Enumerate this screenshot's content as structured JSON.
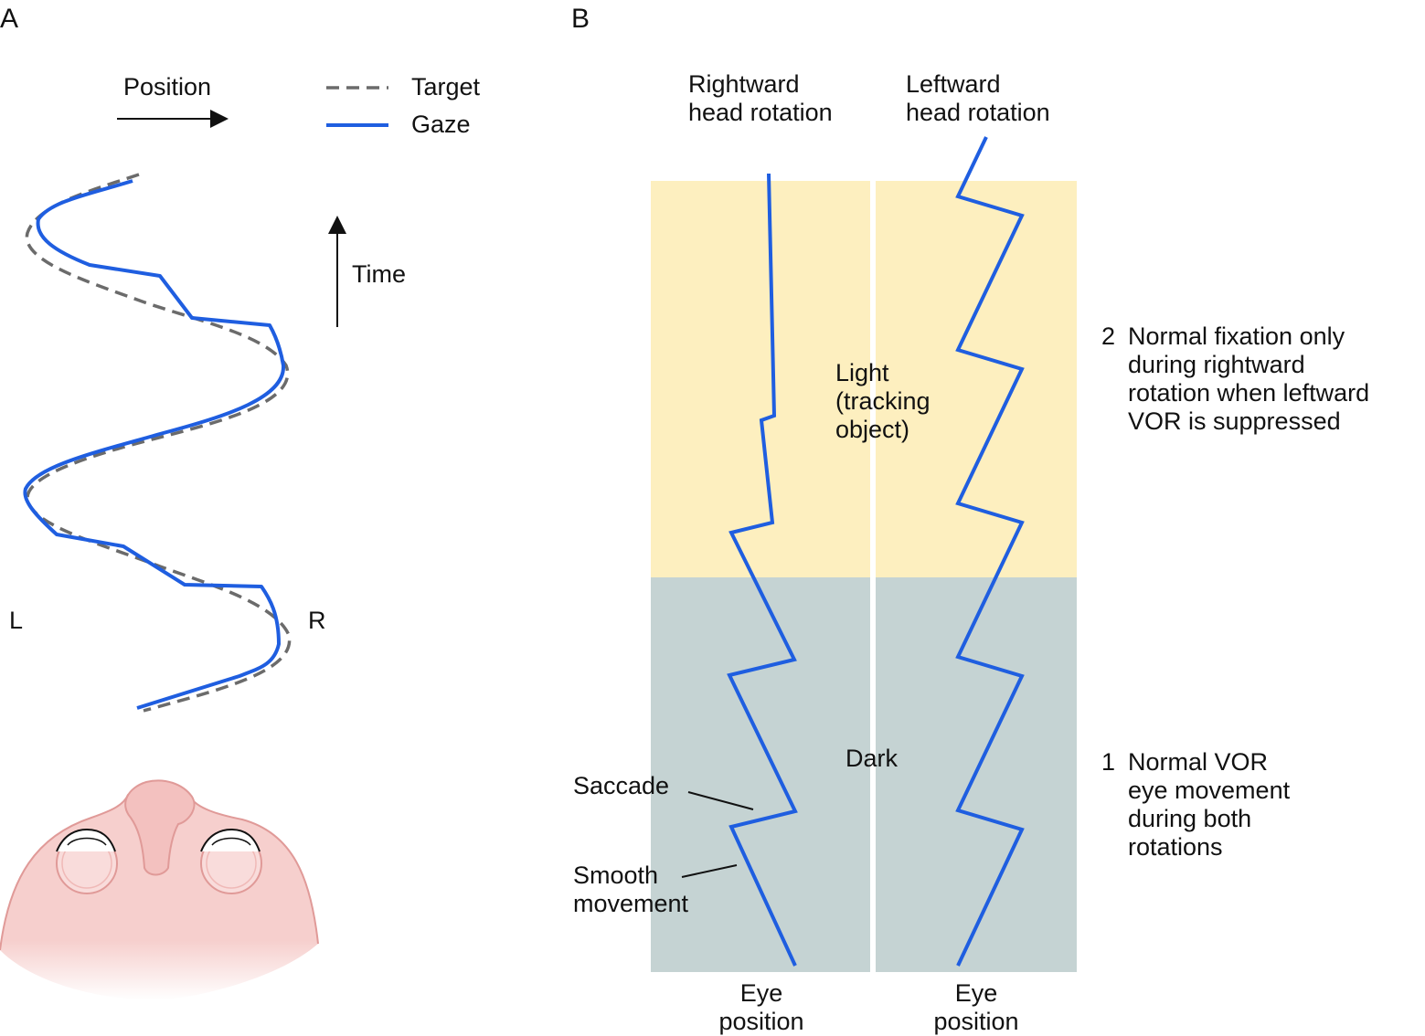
{
  "panel_a": {
    "label": "A",
    "position_label": "Position",
    "legend": {
      "target": "Target",
      "gaze": "Gaze"
    },
    "time_label": "Time",
    "left_label": "L",
    "right_label": "R"
  },
  "panel_b": {
    "label": "B",
    "columns": [
      {
        "heading_line1": "Rightward",
        "heading_line2": "head rotation",
        "axis_line1": "Eye",
        "axis_line2": "position"
      },
      {
        "heading_line1": "Leftward",
        "heading_line2": "head rotation",
        "axis_line1": "Eye",
        "axis_line2": "position"
      }
    ],
    "light_label": [
      "Light",
      "(tracking",
      "object)"
    ],
    "dark_label": "Dark",
    "annotations": {
      "saccade": "Saccade",
      "smooth": [
        "Smooth",
        "movement"
      ]
    },
    "notes": {
      "top": {
        "number": "2",
        "lines": [
          "Normal fixation only",
          "during rightward",
          "rotation when leftward",
          "VOR is suppressed"
        ]
      },
      "bottom": {
        "number": "1",
        "lines": [
          "Normal VOR",
          "eye movement",
          "during both",
          "rotations"
        ]
      }
    }
  },
  "colors": {
    "gaze": "#1f5ee0",
    "target": "#6b6b6b",
    "light_bg": "#fdefbf",
    "dark_bg": "#c5d3d3",
    "face": "#f6cfcd",
    "face_outline": "#e09a98"
  }
}
